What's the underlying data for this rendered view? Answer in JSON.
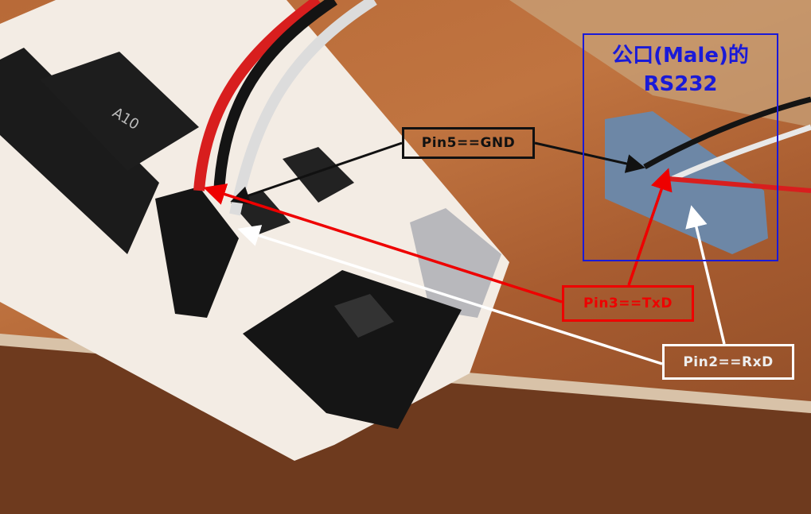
{
  "connector_title": {
    "line1": "公口(Male)的",
    "line2": "RS232"
  },
  "labels": {
    "pin5": "Pin5==GND",
    "pin3": "Pin3==TxD",
    "pin2": "Pin2==RxD"
  },
  "chip_text": "A10",
  "colors": {
    "gnd": "#111111",
    "txd": "#ee0000",
    "rxd": "#ffffff",
    "connector_box": "#1a1ad8"
  }
}
